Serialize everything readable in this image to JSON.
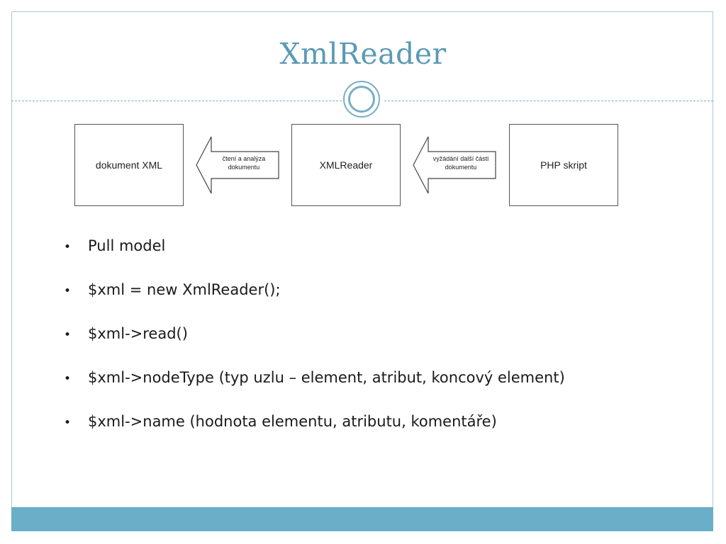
{
  "slide": {
    "title": "XmlReader"
  },
  "diagram": {
    "boxes": [
      "dokument XML",
      "XMLReader",
      "PHP skript"
    ],
    "arrows": [
      {
        "line1": "čtení a analýza",
        "line2": "dokumentu"
      },
      {
        "line1": "vyžádání další části",
        "line2": "dokumentu"
      }
    ]
  },
  "bullets": [
    "Pull model",
    "$xml = new XmlReader();",
    "$xml->read()",
    "$xml->nodeType (typ uzlu – element, atribut, koncový element)",
    "$xml->name (hodnota elementu, atributu, komentáře)"
  ],
  "colors": {
    "accent": "#5a9ab5",
    "bottom_bar": "#6aaec8"
  }
}
